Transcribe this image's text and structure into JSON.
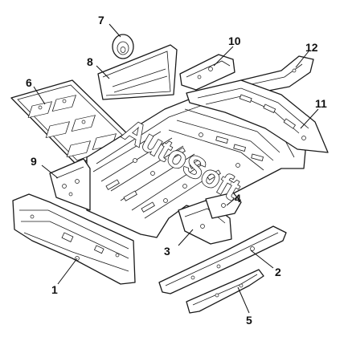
{
  "watermark": "AutoSoft",
  "callouts": [
    {
      "id": "1",
      "label": "1"
    },
    {
      "id": "2",
      "label": "2"
    },
    {
      "id": "3",
      "label": "3"
    },
    {
      "id": "4",
      "label": "4"
    },
    {
      "id": "5",
      "label": "5"
    },
    {
      "id": "6",
      "label": "6"
    },
    {
      "id": "7",
      "label": "7"
    },
    {
      "id": "8",
      "label": "8"
    },
    {
      "id": "9",
      "label": "9"
    },
    {
      "id": "10",
      "label": "10"
    },
    {
      "id": "11",
      "label": "11"
    },
    {
      "id": "12",
      "label": "12"
    }
  ]
}
